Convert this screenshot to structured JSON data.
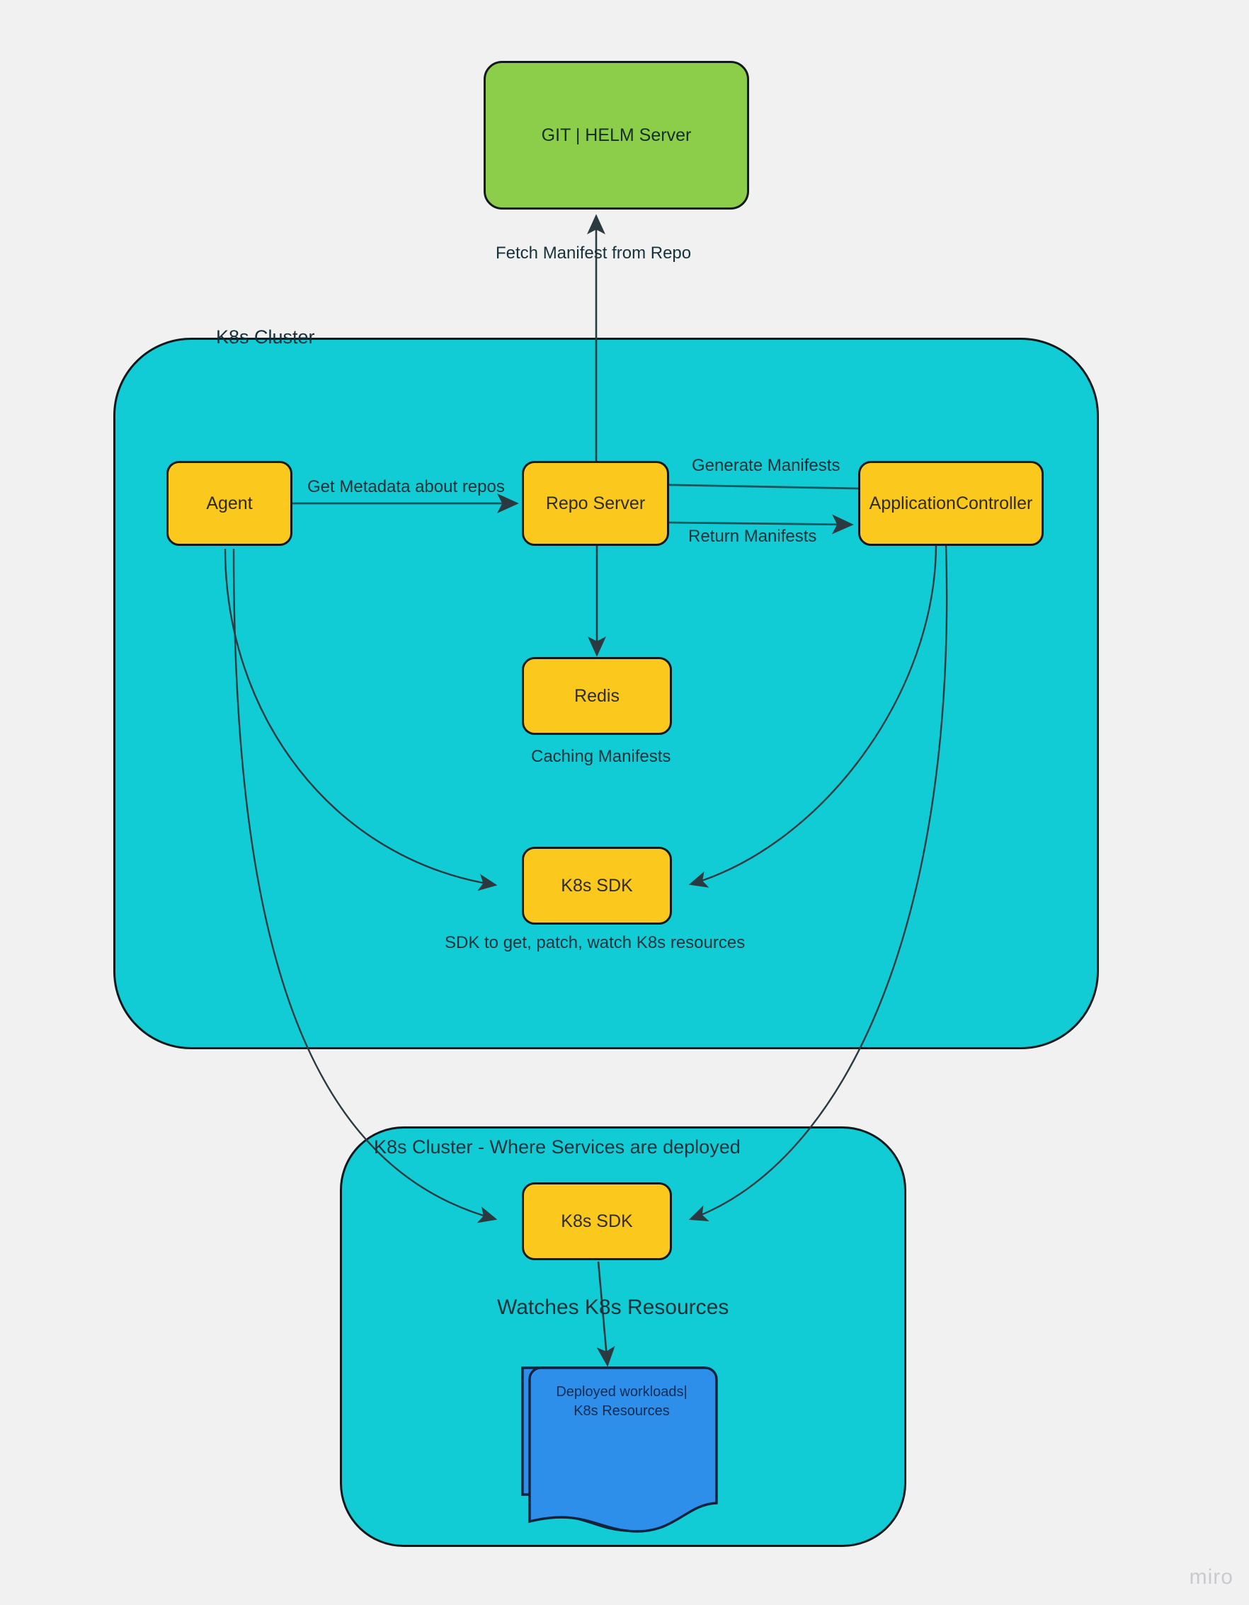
{
  "diagram": {
    "title": "ArgoCD GitOps architecture",
    "background_color": "#f1f1f1",
    "watermark": "miro",
    "colors": {
      "green_node": "#8CCD4A",
      "yellow_node": "#FBC91E",
      "cluster_teal": "#11CCD4",
      "document_blue": "#2D8FEA",
      "stroke": "#13191c",
      "text": "#17313b"
    }
  },
  "nodes": {
    "git_helm_server": {
      "label": "GIT | HELM Server",
      "shape": "rounded-rect",
      "color": "#8CCD4A"
    },
    "agent": {
      "label": "Agent",
      "shape": "rounded-rect",
      "color": "#FBC91E"
    },
    "repo_server": {
      "label": "Repo Server",
      "shape": "rounded-rect",
      "color": "#FBC91E"
    },
    "application_controller": {
      "label": "ApplicationController",
      "shape": "rounded-rect",
      "color": "#FBC91E"
    },
    "redis": {
      "label": "Redis",
      "shape": "rounded-rect",
      "color": "#FBC91E"
    },
    "k8s_sdk_upper": {
      "label": "K8s SDK",
      "shape": "rounded-rect",
      "color": "#FBC91E"
    },
    "k8s_sdk_lower": {
      "label": "K8s SDK",
      "shape": "rounded-rect",
      "color": "#FBC91E"
    },
    "deployed_workloads": {
      "label": "Deployed workloads|\nK8s Resources",
      "shape": "multi-document",
      "color": "#2D8FEA"
    }
  },
  "clusters": {
    "upper": {
      "title": "K8s Cluster"
    },
    "lower": {
      "title": "K8s Cluster - Where Services are deployed"
    }
  },
  "edge_labels": {
    "fetch_manifest": "Fetch Manifest from Repo",
    "get_metadata": "Get Metadata about repos",
    "generate_manifests": "Generate Manifests",
    "return_manifests": "Return Manifests",
    "watches_k8s_resources": "Watches K8s Resources"
  },
  "captions": {
    "caching_manifests": "Caching Manifests",
    "sdk_purpose": "SDK to get, patch, watch K8s resources"
  }
}
